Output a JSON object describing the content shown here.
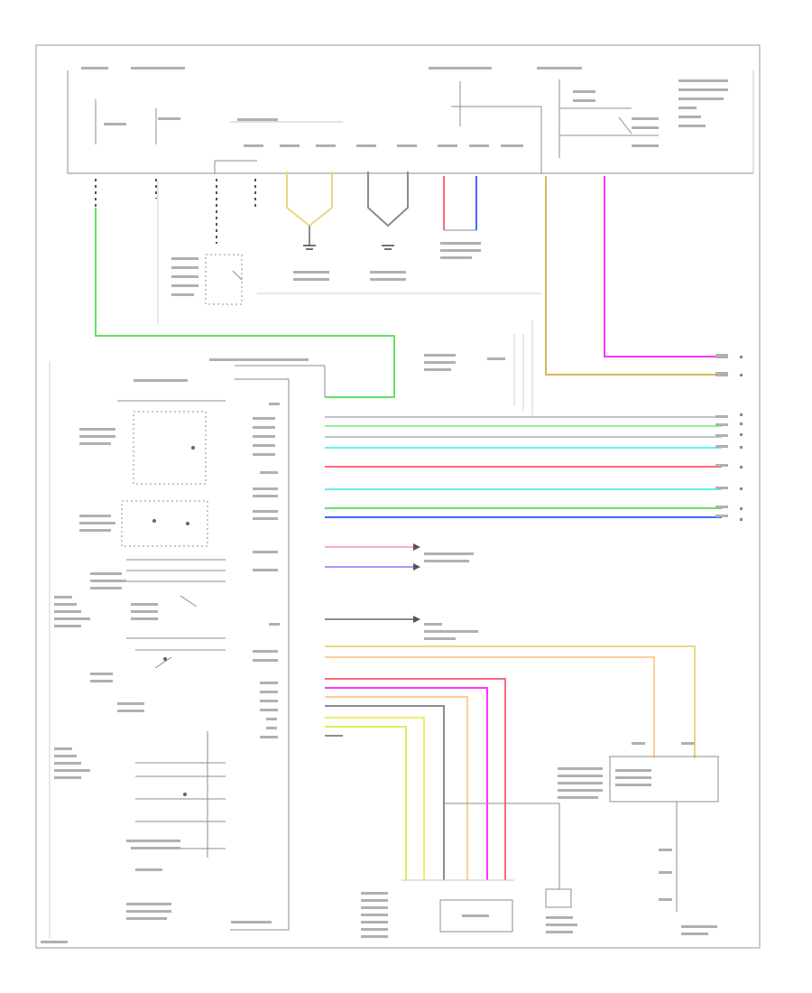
{
  "colors": {
    "background": "#ffffff",
    "frame": "#9a9a9a",
    "line_gray": "#8c8c8c",
    "line_light": "#c4c4c4",
    "wire_green": "#66e066",
    "wire_yellow": "#e8d980",
    "wire_tan": "#d9b65e",
    "wire_magenta": "#ff33ff",
    "wire_lightgreen": "#99ee99",
    "wire_cyan": "#66eeee",
    "wire_red": "#ff6680",
    "wire_blue": "#4466ff",
    "wire_pink": "#ffaacc",
    "wire_violet": "#aa99ff",
    "wire_peach": "#ffcc99",
    "wire_lime": "#ddee55"
  },
  "icons": [
    "ground-symbol",
    "connector-arrow",
    "switch-contact"
  ]
}
